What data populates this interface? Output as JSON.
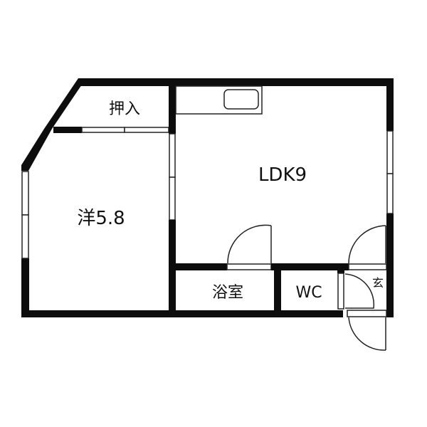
{
  "floorplan": {
    "rooms": [
      {
        "id": "closet",
        "label": "押入"
      },
      {
        "id": "western-room",
        "label": "洋5.8"
      },
      {
        "id": "ldk",
        "label": "LDK9"
      },
      {
        "id": "bathroom",
        "label": "浴室"
      },
      {
        "id": "toilet",
        "label": "WC"
      },
      {
        "id": "entrance",
        "label": "玄"
      }
    ],
    "colors": {
      "wall": "#0d0d0d",
      "background": "#ffffff",
      "line": "#222222"
    }
  }
}
